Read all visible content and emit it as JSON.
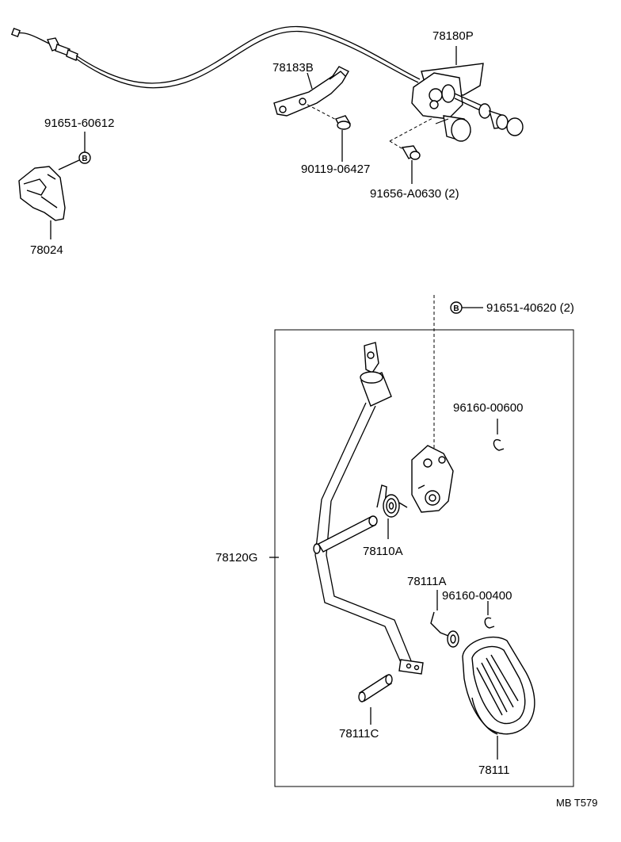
{
  "labels": {
    "p78180P": "78180P",
    "p78183B": "78183B",
    "p91651_60612": "91651-60612",
    "p90119_06427": "90119-06427",
    "p91656_A0630": "91656-A0630 (2)",
    "p78024": "78024",
    "p91651_40620": "91651-40620 (2)",
    "p96160_00600": "96160-00600",
    "p78120G": "78120G",
    "p78110A": "78110A",
    "p78111A": "78111A",
    "p96160_00400": "96160-00400",
    "p78111C": "78111C",
    "p78111": "78111"
  },
  "markers": {
    "b_upper": "B",
    "b_lower": "B"
  },
  "footer_code": "MB T579"
}
